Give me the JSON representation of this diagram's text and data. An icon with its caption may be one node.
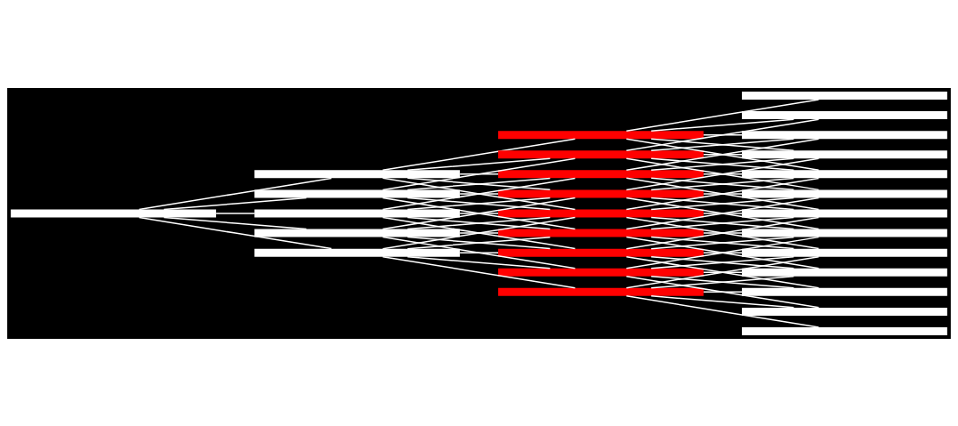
{
  "diagram": {
    "nodes": [
      {
        "text": [],
        "shape": "bar"
      },
      {
        "text": [],
        "shape": "bar"
      },
      {
        "text": [],
        "shape": "bar"
      },
      {
        "text": [],
        "shape": "bar"
      },
      {
        "text": [],
        "shape": "bar"
      },
      {
        "text": [],
        "shape": "bar"
      },
      {
        "text": [],
        "shape": "bar"
      },
      {
        "text": [],
        "shape": "bar"
      },
      {
        "text": [],
        "shape": "bar"
      },
      {
        "text": [],
        "shape": "bar"
      },
      {
        "text": [],
        "shape": "bar"
      },
      {
        "text": [],
        "shape": "bar"
      },
      {
        "text": [],
        "shape": "bar"
      },
      {
        "text": [],
        "shape": "bar"
      },
      {
        "text": [],
        "shape": "bar"
      },
      {
        "text": [],
        "shape": "bar"
      },
      {
        "text": [],
        "shape": "bar"
      },
      {
        "text": [],
        "shape": "bar"
      },
      {
        "text": [],
        "shape": "bar"
      },
      {
        "text": [],
        "shape": "bar"
      },
      {
        "text": [],
        "shape": "bar"
      },
      {
        "text": [],
        "shape": "bar"
      },
      {
        "text": [],
        "shape": "bar"
      },
      {
        "text": [],
        "shape": "bar"
      },
      {
        "text": [],
        "shape": "bar"
      },
      {
        "text": [],
        "shape": "bar"
      },
      {
        "text": [],
        "shape": "bar"
      },
      {
        "text": [],
        "shape": "bar"
      }
    ],
    "edges": [
      {
        "from": 0,
        "to": 1,
        "arrow": "none"
      },
      {
        "from": 0,
        "to": 2,
        "arrow": "none"
      },
      {
        "from": 0,
        "to": 3,
        "arrow": "none"
      },
      {
        "from": 0,
        "to": 4,
        "arrow": "none"
      },
      {
        "from": 0,
        "to": 5,
        "arrow": "none"
      },
      {
        "from": 1,
        "to": 6,
        "arrow": "none"
      },
      {
        "from": 1,
        "to": 7,
        "arrow": "none"
      },
      {
        "from": 1,
        "to": 8,
        "arrow": "none"
      },
      {
        "from": 1,
        "to": 9,
        "arrow": "none"
      },
      {
        "from": 1,
        "to": 10,
        "arrow": "none"
      },
      {
        "from": 2,
        "to": 7,
        "arrow": "none"
      },
      {
        "from": 2,
        "to": 8,
        "arrow": "none"
      },
      {
        "from": 2,
        "to": 9,
        "arrow": "none"
      },
      {
        "from": 2,
        "to": 10,
        "arrow": "none"
      },
      {
        "from": 2,
        "to": 11,
        "arrow": "none"
      },
      {
        "from": 3,
        "to": 8,
        "arrow": "none"
      },
      {
        "from": 3,
        "to": 9,
        "arrow": "none"
      },
      {
        "from": 3,
        "to": 10,
        "arrow": "none"
      },
      {
        "from": 3,
        "to": 11,
        "arrow": "none"
      },
      {
        "from": 3,
        "to": 12,
        "arrow": "none"
      },
      {
        "from": 4,
        "to": 9,
        "arrow": "none"
      },
      {
        "from": 4,
        "to": 10,
        "arrow": "none"
      },
      {
        "from": 4,
        "to": 11,
        "arrow": "none"
      },
      {
        "from": 4,
        "to": 12,
        "arrow": "none"
      },
      {
        "from": 4,
        "to": 13,
        "arrow": "none"
      },
      {
        "from": 5,
        "to": 10,
        "arrow": "none"
      },
      {
        "from": 5,
        "to": 11,
        "arrow": "none"
      },
      {
        "from": 5,
        "to": 12,
        "arrow": "none"
      },
      {
        "from": 5,
        "to": 13,
        "arrow": "none"
      },
      {
        "from": 5,
        "to": 14,
        "arrow": "none"
      },
      {
        "from": 6,
        "to": 15,
        "arrow": "none"
      },
      {
        "from": 6,
        "to": 16,
        "arrow": "none"
      },
      {
        "from": 6,
        "to": 17,
        "arrow": "none"
      },
      {
        "from": 6,
        "to": 18,
        "arrow": "none"
      },
      {
        "from": 6,
        "to": 19,
        "arrow": "none"
      },
      {
        "from": 7,
        "to": 16,
        "arrow": "none"
      },
      {
        "from": 7,
        "to": 17,
        "arrow": "none"
      },
      {
        "from": 7,
        "to": 18,
        "arrow": "none"
      },
      {
        "from": 7,
        "to": 19,
        "arrow": "none"
      },
      {
        "from": 7,
        "to": 20,
        "arrow": "none"
      },
      {
        "from": 8,
        "to": 17,
        "arrow": "none"
      },
      {
        "from": 8,
        "to": 18,
        "arrow": "none"
      },
      {
        "from": 8,
        "to": 19,
        "arrow": "none"
      },
      {
        "from": 8,
        "to": 20,
        "arrow": "none"
      },
      {
        "from": 8,
        "to": 21,
        "arrow": "none"
      },
      {
        "from": 9,
        "to": 18,
        "arrow": "none"
      },
      {
        "from": 9,
        "to": 19,
        "arrow": "none"
      },
      {
        "from": 9,
        "to": 20,
        "arrow": "none"
      },
      {
        "from": 9,
        "to": 21,
        "arrow": "none"
      },
      {
        "from": 9,
        "to": 22,
        "arrow": "none"
      },
      {
        "from": 10,
        "to": 19,
        "arrow": "none"
      },
      {
        "from": 10,
        "to": 20,
        "arrow": "none"
      },
      {
        "from": 10,
        "to": 21,
        "arrow": "none"
      },
      {
        "from": 10,
        "to": 22,
        "arrow": "none"
      },
      {
        "from": 10,
        "to": 23,
        "arrow": "none"
      },
      {
        "from": 11,
        "to": 20,
        "arrow": "none"
      },
      {
        "from": 11,
        "to": 21,
        "arrow": "none"
      },
      {
        "from": 11,
        "to": 22,
        "arrow": "none"
      },
      {
        "from": 11,
        "to": 23,
        "arrow": "none"
      },
      {
        "from": 11,
        "to": 24,
        "arrow": "none"
      },
      {
        "from": 12,
        "to": 21,
        "arrow": "none"
      },
      {
        "from": 12,
        "to": 22,
        "arrow": "none"
      },
      {
        "from": 12,
        "to": 23,
        "arrow": "none"
      },
      {
        "from": 12,
        "to": 24,
        "arrow": "none"
      },
      {
        "from": 12,
        "to": 25,
        "arrow": "none"
      },
      {
        "from": 13,
        "to": 22,
        "arrow": "none"
      },
      {
        "from": 13,
        "to": 23,
        "arrow": "none"
      },
      {
        "from": 13,
        "to": 24,
        "arrow": "none"
      },
      {
        "from": 13,
        "to": 25,
        "arrow": "none"
      },
      {
        "from": 13,
        "to": 26,
        "arrow": "none"
      },
      {
        "from": 14,
        "to": 23,
        "arrow": "none"
      },
      {
        "from": 14,
        "to": 24,
        "arrow": "none"
      },
      {
        "from": 14,
        "to": 25,
        "arrow": "none"
      },
      {
        "from": 14,
        "to": 26,
        "arrow": "none"
      },
      {
        "from": 14,
        "to": 27,
        "arrow": "none"
      }
    ]
  }
}
